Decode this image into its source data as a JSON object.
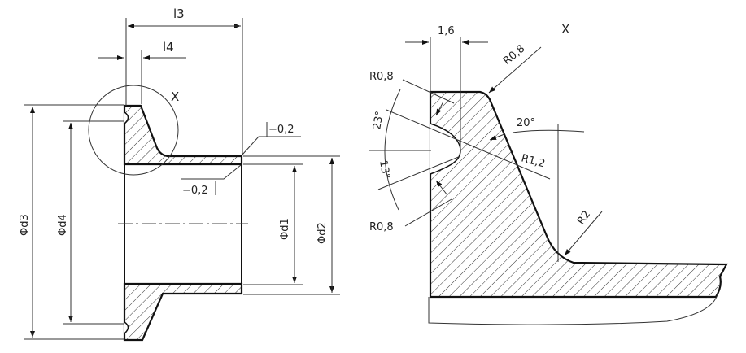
{
  "left_view": {
    "dim_l3": "l3",
    "dim_l4": "l4",
    "detail_label": "X",
    "tolerance_top": "−0,2",
    "tolerance_bottom": "−0,2",
    "dim_d3": "Φd3",
    "dim_d4": "Φd4",
    "dim_d1": "Φd1",
    "dim_d2": "Φd2"
  },
  "detail_view": {
    "title": "X",
    "dim_width": "1,6",
    "radius_top_left": "R0,8",
    "radius_top_corner": "R0,8",
    "radius_bottom_left": "R0,8",
    "angle_upper": "23°",
    "angle_lower": "13°",
    "angle_flank": "20°",
    "radius_groove": "R1,2",
    "radius_fillet": "R2"
  }
}
